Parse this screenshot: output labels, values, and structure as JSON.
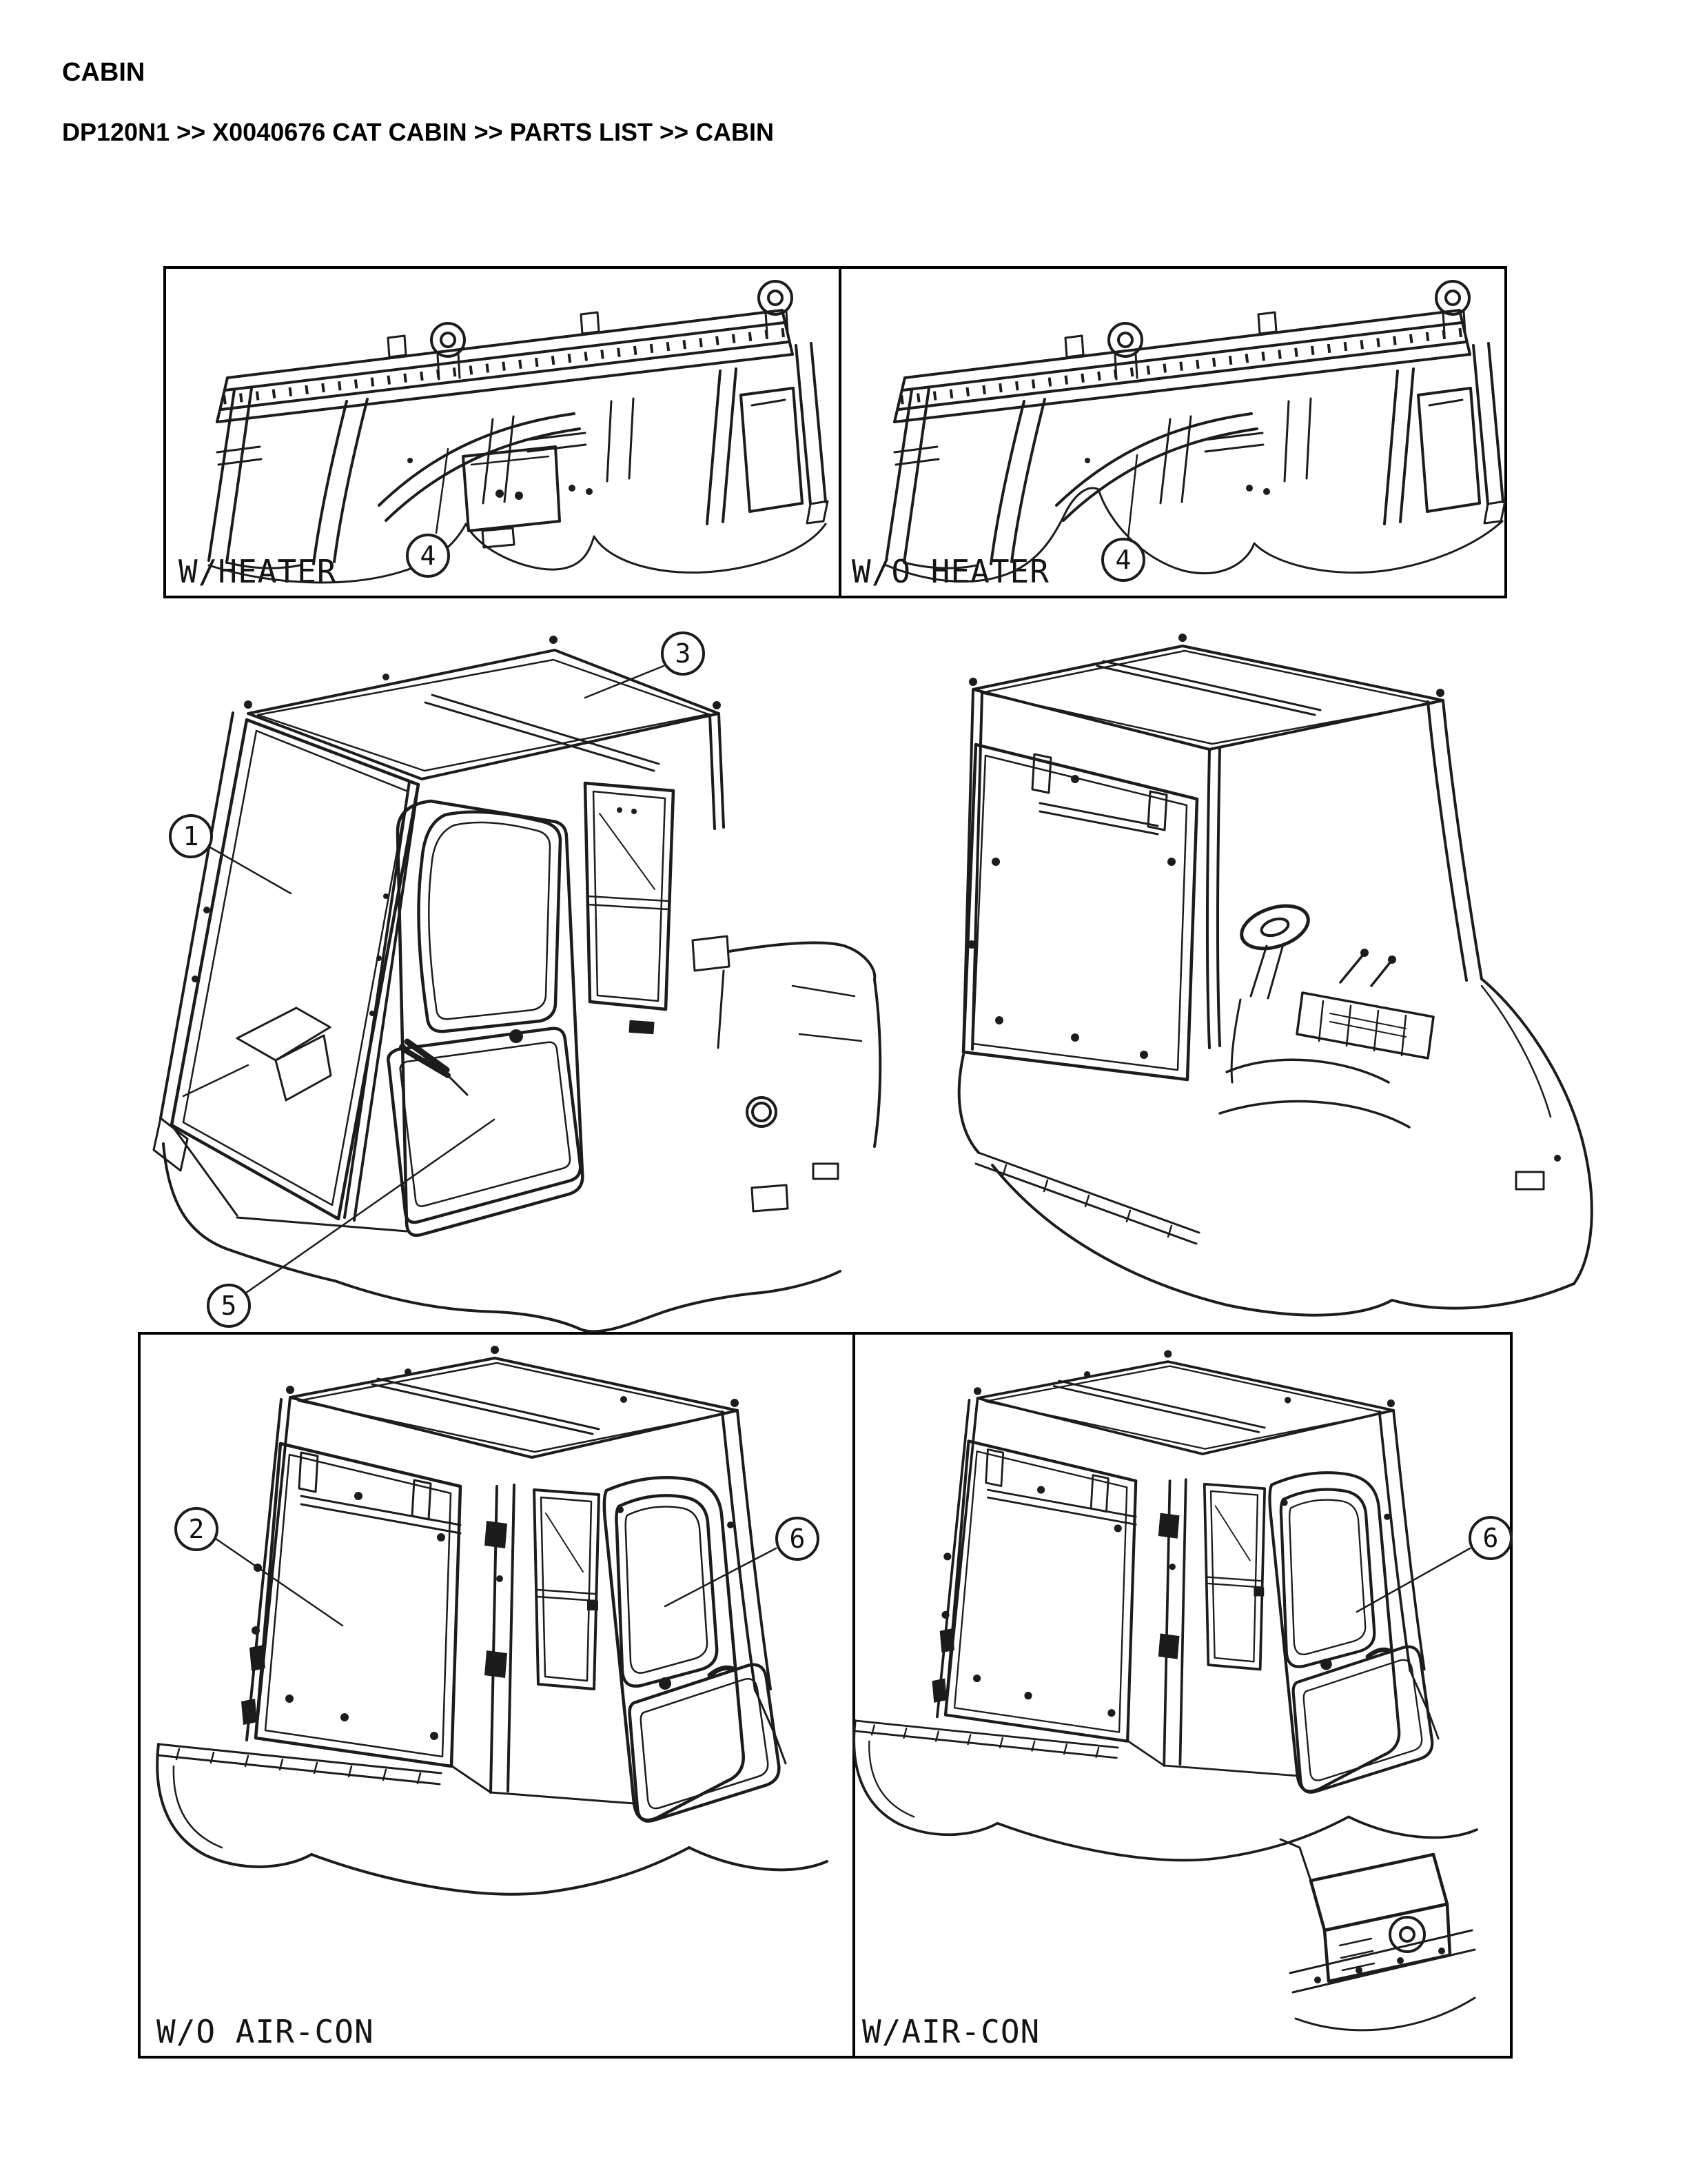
{
  "page": {
    "title": "CABIN",
    "breadcrumb": "DP120N1 >> X0040676 CAT CABIN >> PARTS LIST >> CABIN"
  },
  "panels": {
    "heater": {
      "label": "W/HEATER"
    },
    "no_heater": {
      "label": "W/O HEATER"
    },
    "no_aircon": {
      "label": "W/O AIR-CON"
    },
    "aircon": {
      "label": "W/AIR-CON"
    }
  },
  "callouts": {
    "heater_4": "4",
    "no_heater_4": "4",
    "front_1": "1",
    "front_3": "3",
    "front_5": "5",
    "no_aircon_2": "2",
    "no_aircon_6": "6",
    "aircon_6": "6"
  },
  "colors": {
    "line": "#1c1c1c",
    "text": "#000000",
    "border": "#000000",
    "background": "#ffffff"
  }
}
